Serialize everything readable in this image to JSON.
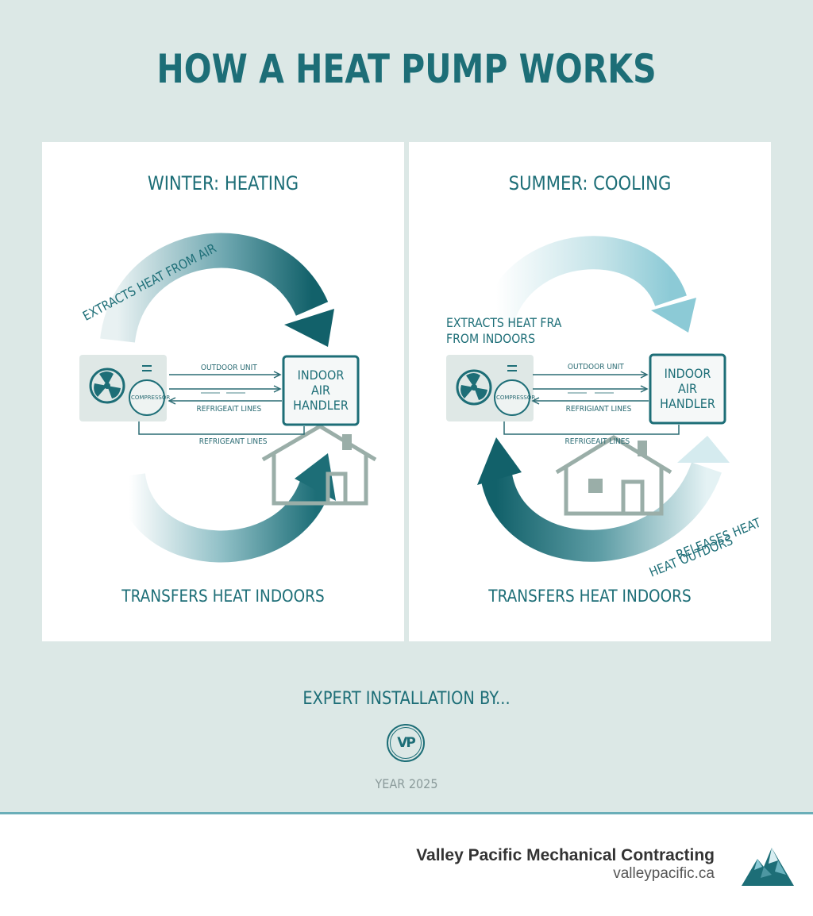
{
  "title": "HOW A HEAT PUMP WORKS",
  "panels": {
    "winter": {
      "title": "WINTER: HEATING",
      "top_label": "EXTRACTS HEAT FROM AIR",
      "bottom_label": "TRANSFERS HEAT INDOORS",
      "indoor_unit": [
        "INDOOR",
        "AIR",
        "HANDLER"
      ],
      "outdoor_unit_label": "OUTDOOR UNIT",
      "compressor_label": "COMPRESSOR",
      "refrigerant_label_1": "REFRIGEAIT LINES",
      "refrigerant_label_2": "REFRIGEANT LINES"
    },
    "summer": {
      "title": "SUMMER: COOLING",
      "side_label_line1": "EXTRACTS HEAT FRA",
      "side_label_line2": "FROM INDOORS",
      "bottom_label": "TRANSFERS HEAT INDOORS",
      "release_line1": "RELEASES HEAT",
      "release_line2": "HEAT OUTDORS",
      "indoor_unit": [
        "INDOOR",
        "AIR",
        "HANDLER"
      ],
      "outdoor_unit_label": "OUTDOOR UNIT",
      "compressor_label": "COMPRESSOR",
      "refrigerant_label_1": "REFRIGIANT LINES",
      "refrigerant_label_2": "REFRIGEAIT LINES"
    }
  },
  "footer_section": {
    "expert": "EXPERT INSTALLATION BY...",
    "logo_text": "VP",
    "year": "YEAR 2025"
  },
  "company": {
    "name": "Valley Pacific Mechanical Contracting",
    "url": "valleypacific.ca"
  },
  "colors": {
    "background": "#dce8e6",
    "accent": "#1d6e77",
    "light_accent": "#8ccad6",
    "house_gray": "#9aaea8",
    "unit_fill": "#dfe8e6"
  },
  "icons": [
    "fan-icon",
    "house-icon",
    "mountain-logo-icon",
    "arrow-icon"
  ]
}
